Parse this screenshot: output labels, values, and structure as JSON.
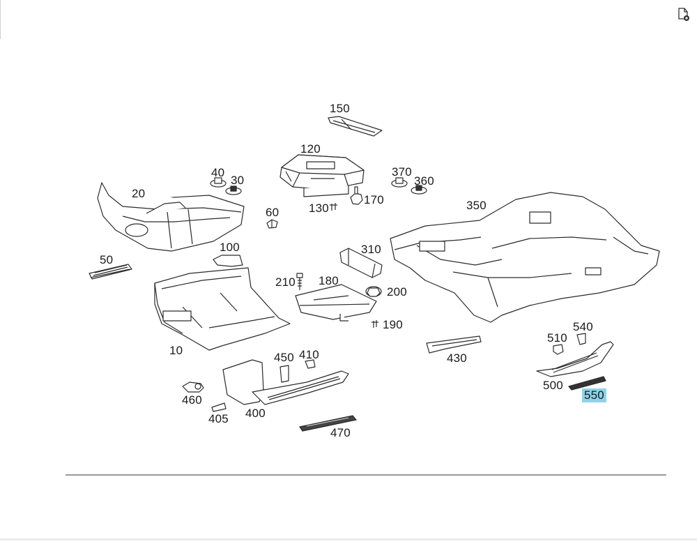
{
  "toolbar": {
    "icon": "document-add-icon"
  },
  "diagram": {
    "highlighted": "550",
    "highlight_color": "#8ed3e8",
    "labels": {
      "l150": "150",
      "l120": "120",
      "l40": "40",
      "l30": "30",
      "l370": "370",
      "l360": "360",
      "l20": "20",
      "l170": "170",
      "l350": "350",
      "l130": "130",
      "l60": "60",
      "l100": "100",
      "l310": "310",
      "l50": "50",
      "l210": "210",
      "l180": "180",
      "l200": "200",
      "l190": "190",
      "l540": "540",
      "l510": "510",
      "l10": "10",
      "l430": "430",
      "l450": "450",
      "l410": "410",
      "l500": "500",
      "l550": "550",
      "l460": "460",
      "l405": "405",
      "l400": "400",
      "l470": "470"
    }
  }
}
